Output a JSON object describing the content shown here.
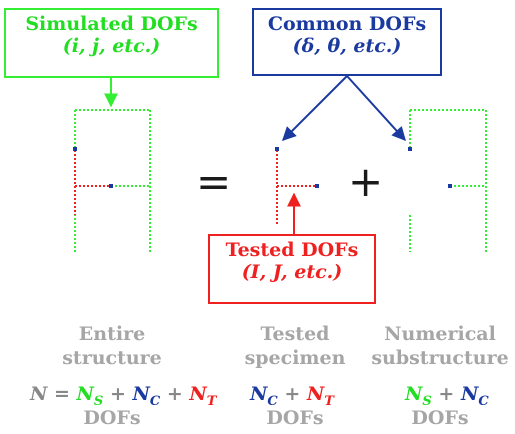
{
  "boxes": {
    "simulated": {
      "title": "Simulated DOFs",
      "subtitle": "(i, j, etc.)"
    },
    "common": {
      "title": "Common DOFs",
      "subtitle": "(δ, θ, etc.)"
    },
    "tested": {
      "title": "Tested DOFs",
      "subtitle": "(I, J, etc.)"
    }
  },
  "operators": {
    "equals": "=",
    "plus": "+"
  },
  "columns": {
    "entire": {
      "line1": "Entire",
      "line2": "structure",
      "dofs": "DOFs"
    },
    "tested": {
      "line1": "Tested",
      "line2": "specimen",
      "dofs": "DOFs"
    },
    "numerical": {
      "line1": "Numerical",
      "line2": "substructure",
      "dofs": "DOFs"
    }
  },
  "formulas": {
    "entire": {
      "lhs": "N",
      "eq": "=",
      "plus": "+",
      "ns": "N",
      "ns_sub": "S",
      "nc": "N",
      "nc_sub": "C",
      "nt": "N",
      "nt_sub": "T"
    },
    "tested": {
      "plus": "+",
      "nc": "N",
      "nc_sub": "C",
      "nt": "N",
      "nt_sub": "T"
    },
    "numerical": {
      "plus": "+",
      "ns": "N",
      "ns_sub": "S",
      "nc": "N",
      "nc_sub": "C"
    }
  },
  "colors": {
    "simulated": "#22dd22",
    "common": "#1a3aa0",
    "tested": "#ee2020",
    "caption": "#a6a6a6"
  }
}
